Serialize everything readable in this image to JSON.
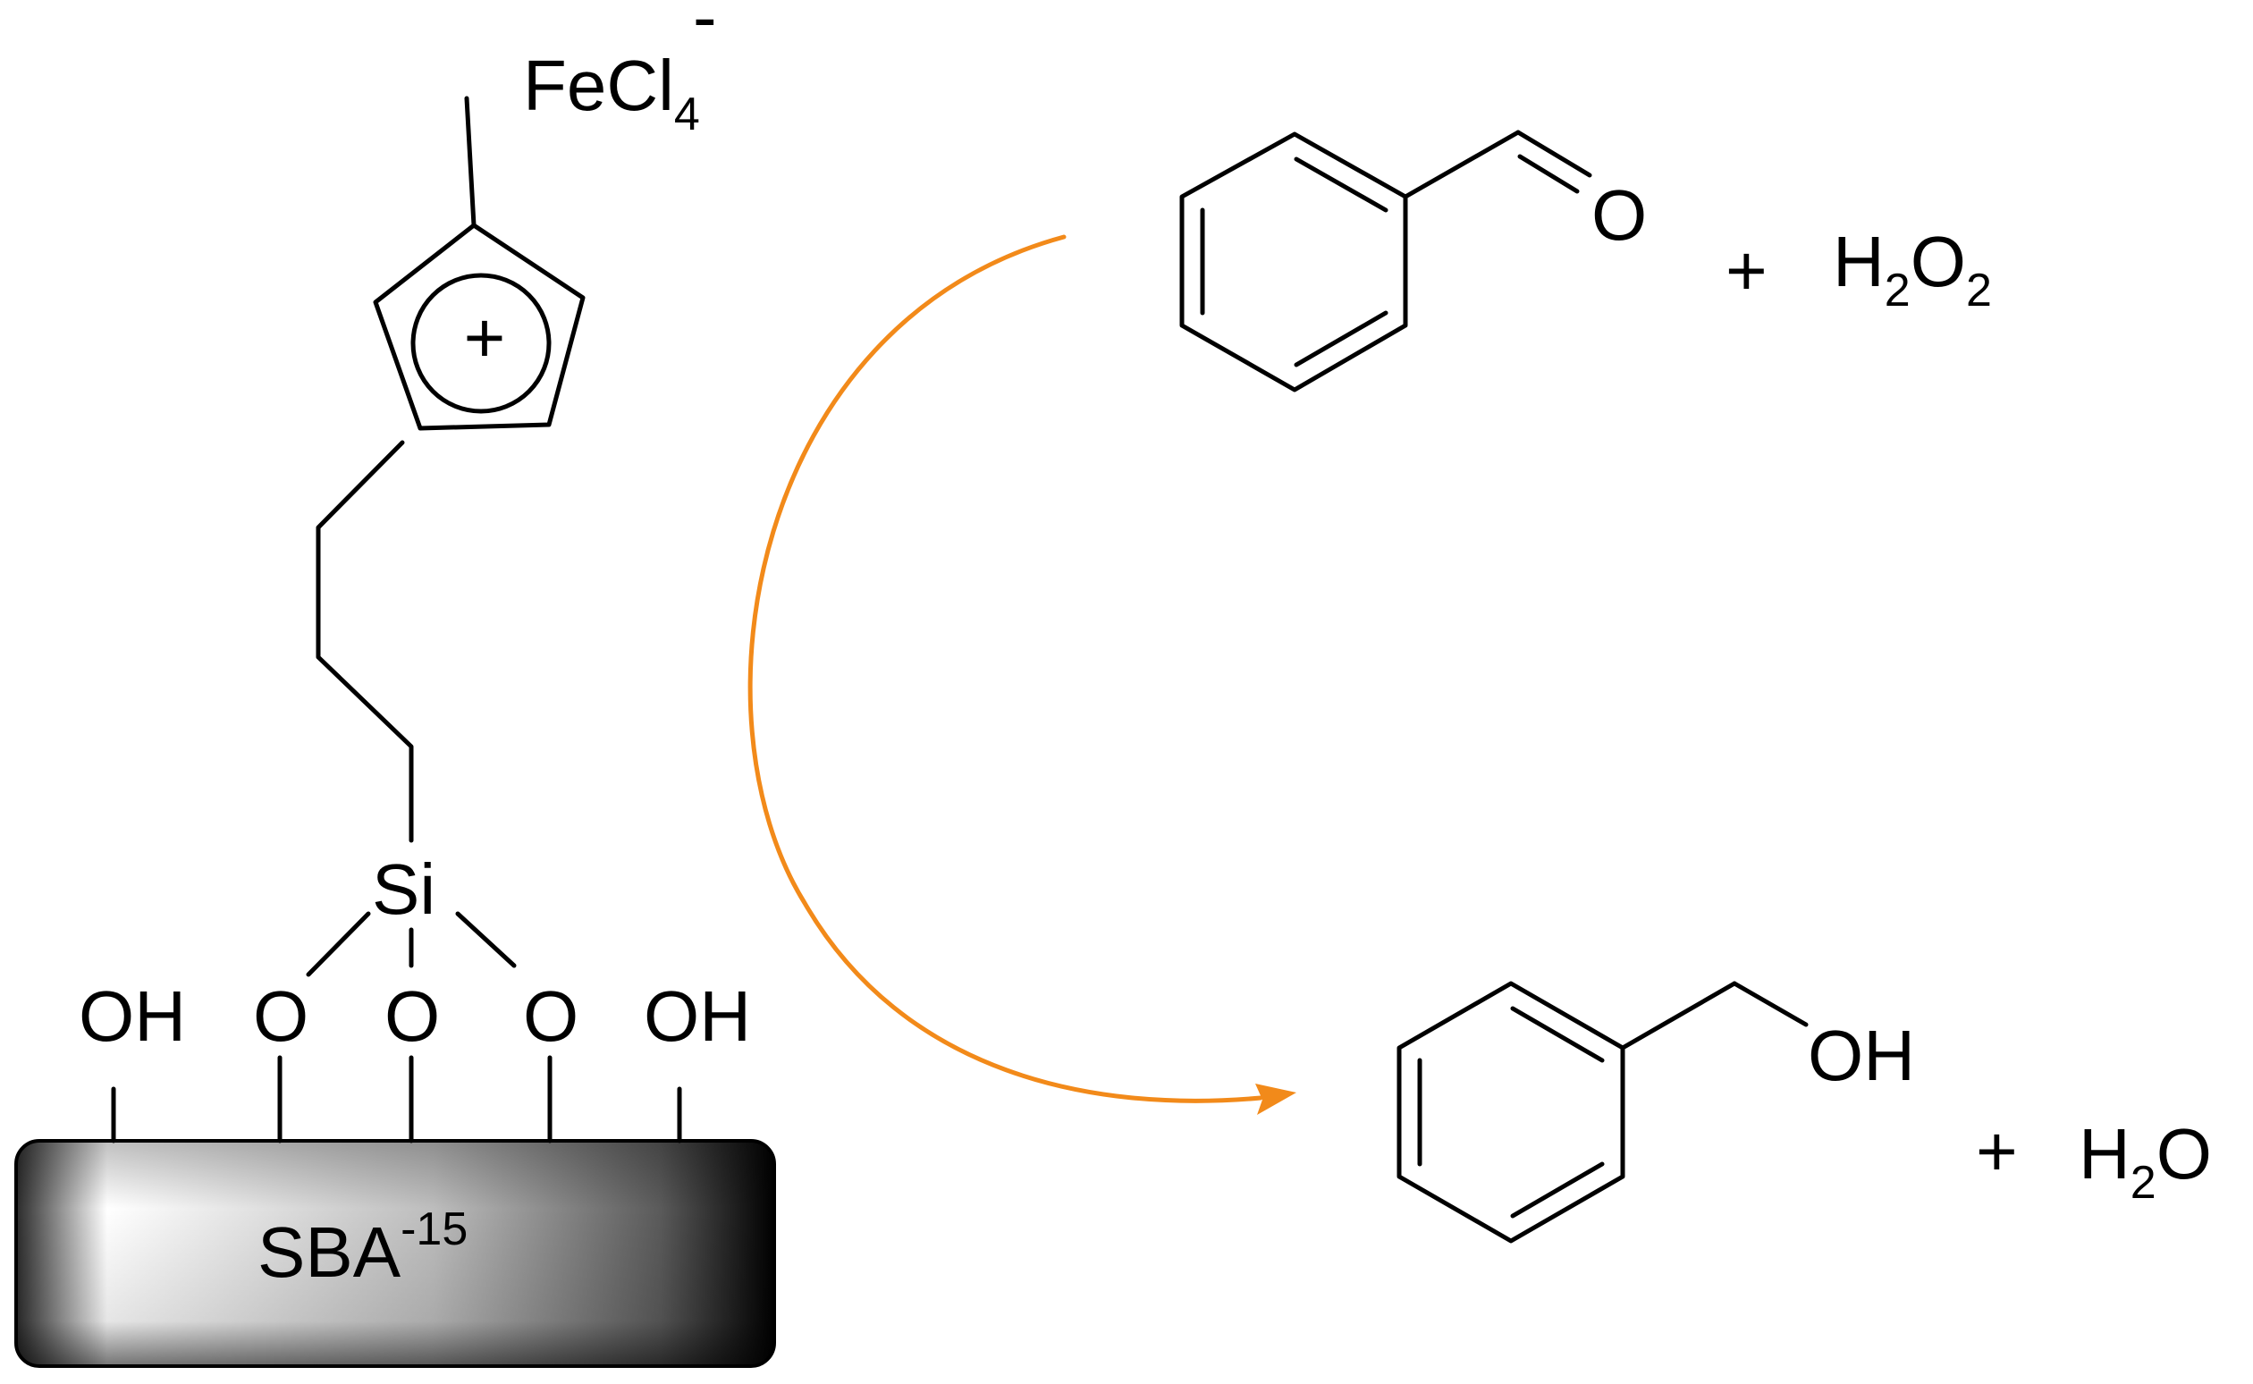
{
  "colors": {
    "background": "#ffffff",
    "bonds": "#000000",
    "reaction_arrow": "#f28a1a",
    "support_dark": "#000000",
    "support_light": "#ffffff"
  },
  "support": {
    "label": "SBA",
    "label_sup": "-15",
    "surface_groups": [
      "OH",
      "O",
      "O",
      "O",
      "OH"
    ],
    "silicon": "Si"
  },
  "imidazolium": {
    "charge": "+",
    "counter_anion": "FeCl",
    "counter_anion_sub": "4",
    "counter_anion_charge": "-"
  },
  "reactants": {
    "aldehyde_oxygen": "O",
    "plus": "+",
    "oxidant_h": "H",
    "oxidant_h_sub": "2",
    "oxidant_o": "O",
    "oxidant_o_sub": "2"
  },
  "products": {
    "alcohol_group": "OH",
    "plus": "+",
    "water_h": "H",
    "water_h_sub": "2",
    "water_o": "O"
  }
}
